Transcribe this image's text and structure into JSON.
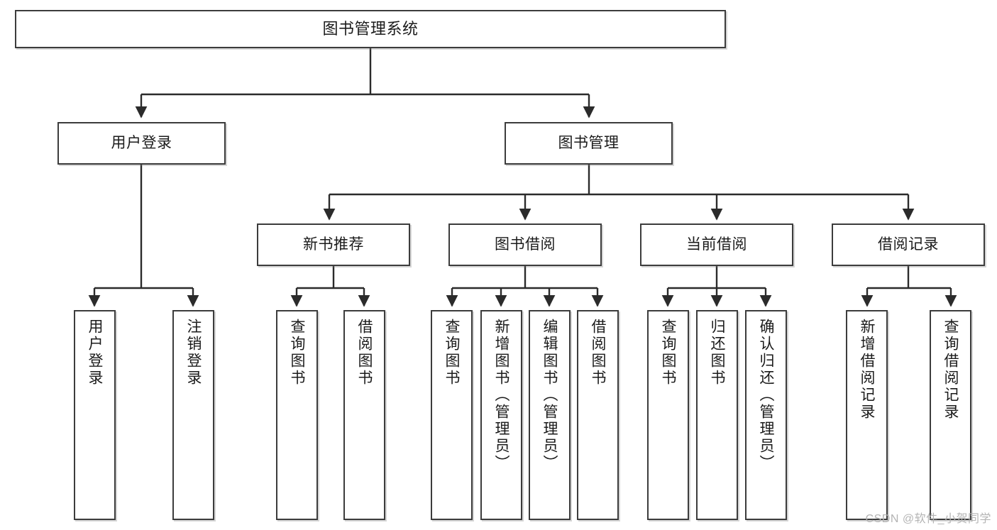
{
  "diagram": {
    "title": "图书管理系统",
    "type": "tree",
    "watermark": "CSDN @软件_小贺同学",
    "colors": {
      "box_border": "#3c3c3c",
      "box_fill": "#ffffff",
      "connector": "#2b2b2b",
      "text": "#1b1b1b",
      "watermark": "#b4b4b4"
    },
    "root": {
      "label": "图书管理系统"
    },
    "level2": [
      {
        "label": "用户登录"
      },
      {
        "label": "图书管理"
      }
    ],
    "level3": [
      {
        "label": "新书推荐"
      },
      {
        "label": "图书借阅"
      },
      {
        "label": "当前借阅"
      },
      {
        "label": "借阅记录"
      }
    ],
    "leaves": {
      "user_login": [
        {
          "label": "用户登录"
        },
        {
          "label": "注销登录"
        }
      ],
      "new_book": [
        {
          "label": "查询图书"
        },
        {
          "label": "借阅图书"
        }
      ],
      "book_borrow": [
        {
          "label": "查询图书"
        },
        {
          "label": "新增图书（管理员）"
        },
        {
          "label": "编辑图书（管理员）"
        },
        {
          "label": "借阅图书"
        }
      ],
      "current_borrow": [
        {
          "label": "查询图书"
        },
        {
          "label": "归还图书"
        },
        {
          "label": "确认归还（管理员）"
        }
      ],
      "borrow_record": [
        {
          "label": "新增借阅记录"
        },
        {
          "label": "查询借阅记录"
        }
      ]
    }
  }
}
